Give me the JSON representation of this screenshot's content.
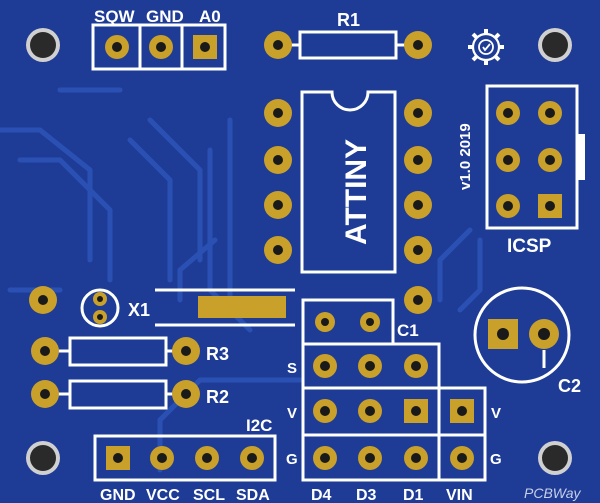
{
  "board": {
    "base_color": "#1e3c96",
    "trace_color": "#2a4fb0",
    "copper_color": "#c9a02a",
    "silk_color": "#ffffff"
  },
  "labels": {
    "sqw": "SQW",
    "gnd_top": "GND",
    "a0": "A0",
    "r1": "R1",
    "ic": "ATTINY",
    "version": "v1.0 2019",
    "icsp": "ICSP",
    "x1": "X1",
    "r3": "R3",
    "r2": "R2",
    "c1": "C1",
    "c2": "C2",
    "s": "S",
    "v_left": "V",
    "g_left": "G",
    "v_right": "V",
    "g_right": "G",
    "i2c": "I2C",
    "gnd_bottom": "GND",
    "vcc": "VCC",
    "scl": "SCL",
    "sda": "SDA",
    "d4": "D4",
    "d3": "D3",
    "d1": "D1",
    "vin": "VIN",
    "watermark": "PCBWay"
  },
  "icons": {
    "gear": "gear-icon",
    "watermark_logo": "pcbway-logo"
  }
}
